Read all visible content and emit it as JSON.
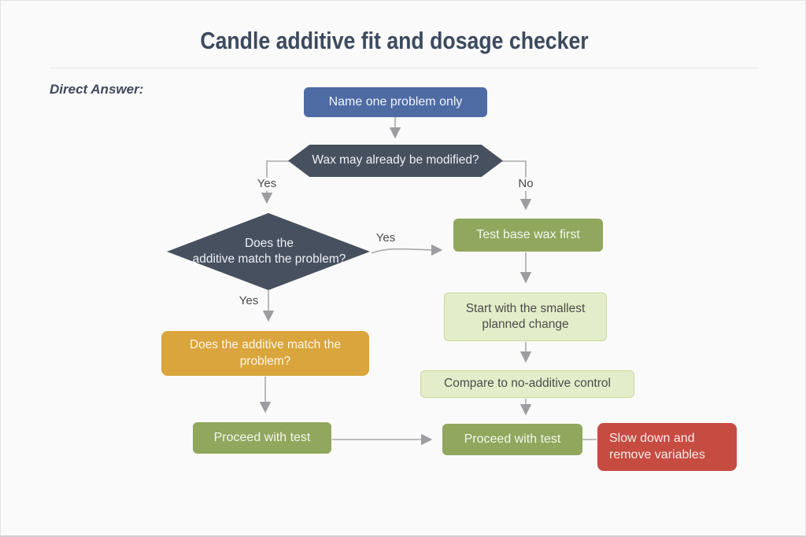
{
  "page": {
    "title": "Candle additive fit and dosage checker",
    "section_label": "Direct Answer:"
  },
  "colors": {
    "background": "#fafafa",
    "title_text": "#3d4a5e",
    "node_blue": "#4e6ba4",
    "node_slate": "#47505f",
    "node_olive": "#90a75d",
    "node_light_green_fill": "#e3edc9",
    "node_light_green_border": "#c8d89e",
    "node_orange": "#d9a53c",
    "node_red": "#c64b41",
    "connector_gray": "#a9a9ad",
    "edge_label_text": "#4a4a4a"
  },
  "flowchart": {
    "nodes": {
      "start": "Name one problem only",
      "wax_modified": "Wax may already be modified?",
      "match_line1": "Does the",
      "match_line2": "additive match the problem?",
      "test_base": "Test base wax first",
      "smallest_change": "Start with the smallest planned change",
      "compare_control": "Compare to no-additive control",
      "dosage_check": "Does the additive match the problem?",
      "proceed_left": "Proceed with test",
      "proceed_right": "Proceed with test",
      "slow_down": "Slow down and remove variables"
    },
    "edge_labels": {
      "wax_yes": "Yes",
      "wax_no": "No",
      "match_yes_right": "Yes",
      "match_yes_down": "Yes"
    }
  }
}
